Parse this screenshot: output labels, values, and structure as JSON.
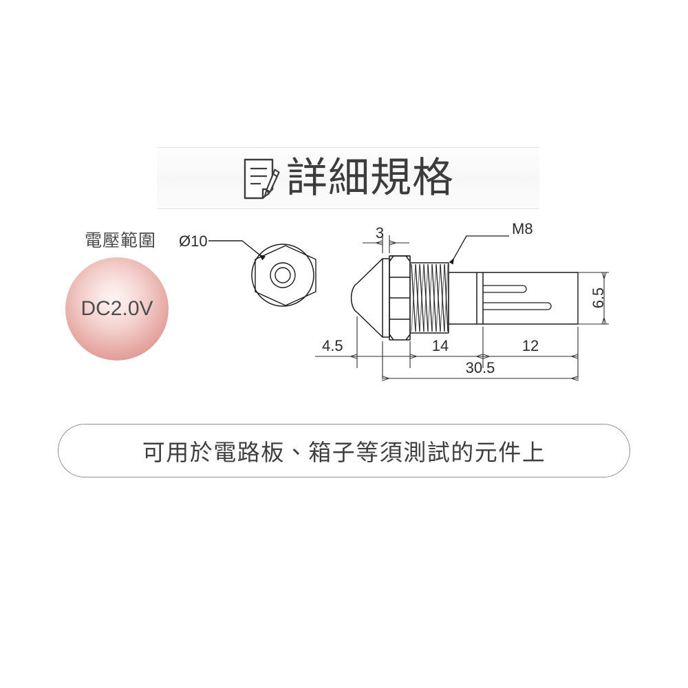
{
  "header": {
    "title": "詳細規格",
    "icon": "document-pen-icon"
  },
  "voltage": {
    "label": "電壓範圍",
    "value": "DC2.0V",
    "sphere_color": "#dd938d",
    "sphere_highlight": "#fdf3f2"
  },
  "drawing": {
    "front_view": {
      "diameter_label": "Ø10",
      "shape": "hex-nut-with-round-bezel"
    },
    "side_view": {
      "thread_label": "M8",
      "bezel_thickness": "3",
      "head_length": "4.5",
      "thread_length": "14",
      "body_length": "12",
      "total_length": "30.5",
      "body_height": "6.5"
    },
    "line_color": "#1a1a1a",
    "dim_color": "#2b2b2b"
  },
  "caption": {
    "text": "可用於電路板、箱子等須測試的元件上"
  }
}
